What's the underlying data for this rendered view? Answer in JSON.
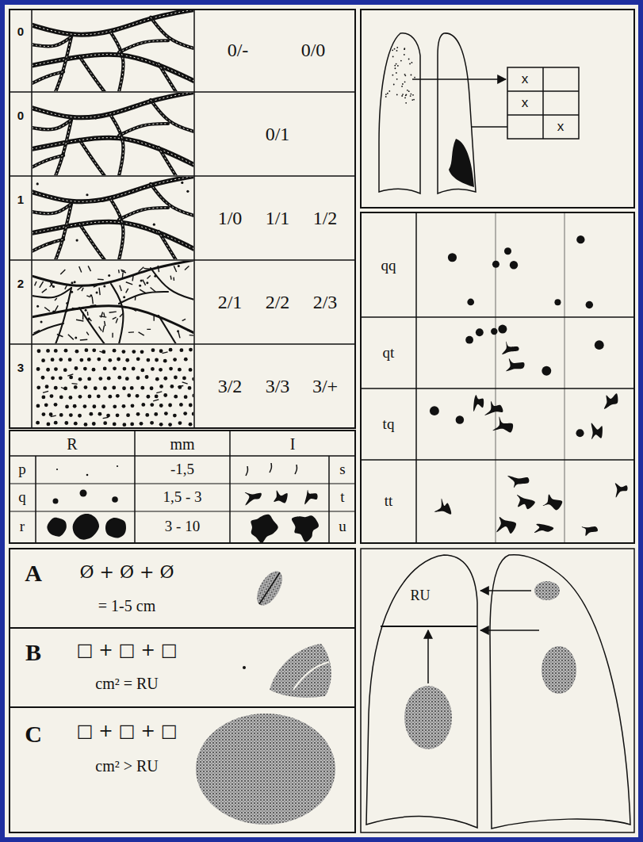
{
  "diagram": {
    "labels": [
      "0",
      "0/-",
      "0/0",
      "0",
      "0/1",
      "1",
      "1/0",
      "1/1",
      "1/2",
      "2",
      "2/1",
      "2/2",
      "2/3",
      "3",
      "3/2",
      "3/3",
      "3/+",
      "R",
      "mm",
      "I",
      "p",
      "-1,5",
      "s",
      "q",
      "1,5 - 3",
      "t",
      "r",
      "3 - 10",
      "u",
      "x",
      "x",
      "x",
      "qq",
      "qt",
      "tq",
      "tt",
      "A",
      "Ø + Ø + Ø",
      "= 1-5 cm",
      "B",
      "□ + □ + □",
      "cm² = RU",
      "C",
      "□ + □ + □",
      "cm² > RU",
      "RU"
    ]
  }
}
